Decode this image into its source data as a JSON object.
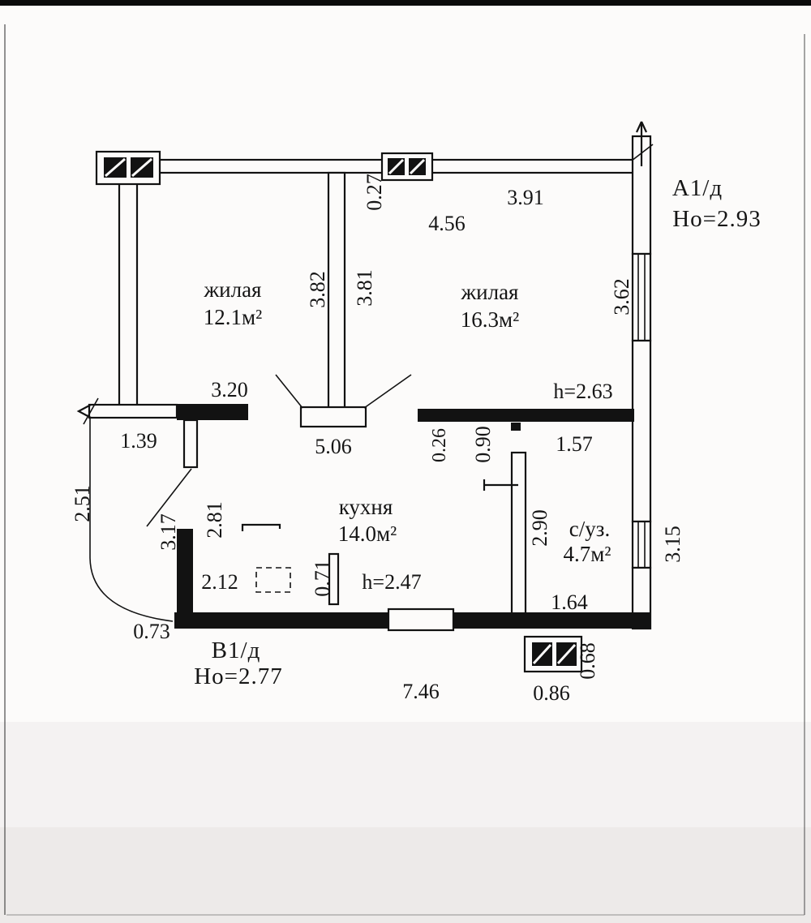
{
  "rooms": {
    "living1": {
      "name": "жилая",
      "area": "12.1м²"
    },
    "living2": {
      "name": "жилая",
      "area": "16.3м²"
    },
    "kitchen": {
      "name": "кухня",
      "area": "14.0м²"
    },
    "bathroom": {
      "name": "с/уз.",
      "area": "4.7м²"
    }
  },
  "ceiling": {
    "upper": "h=2.63",
    "lower": "h=2.47"
  },
  "sections": {
    "a1": {
      "label": "А1/д",
      "height": "Но=2.93"
    },
    "b1": {
      "label": "В1/д",
      "height": "Но=2.77"
    }
  },
  "dims": {
    "d027": "0.27",
    "d391": "3.91",
    "d456": "4.56",
    "d382": "3.82",
    "d381": "3.81",
    "d362": "3.62",
    "d320": "3.20",
    "d139": "1.39",
    "d506": "5.06",
    "d026": "0.26",
    "d090": "0.90",
    "d157": "1.57",
    "d251": "2.51",
    "d317": "3.17",
    "d281": "2.81",
    "d290": "2.90",
    "d315": "3.15",
    "d212": "2.12",
    "d071": "0.71",
    "d164": "1.64",
    "d073": "0.73",
    "d746": "7.46",
    "d086": "0.86",
    "d068": "0.68"
  }
}
